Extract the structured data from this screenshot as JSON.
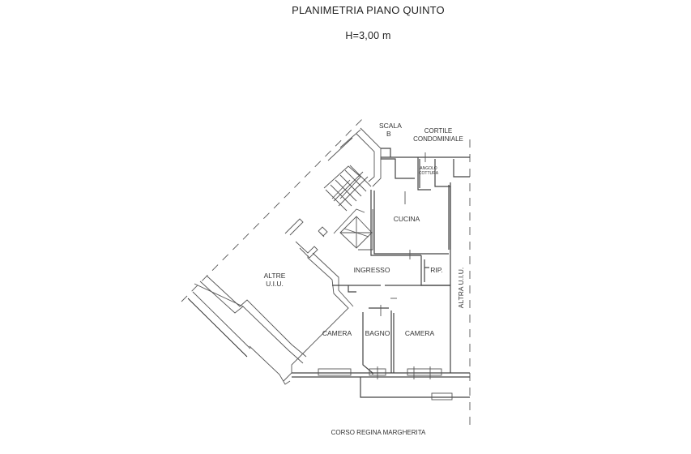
{
  "header": {
    "title": "PLANIMETRIA PIANO QUINTO",
    "height": "H=3,00 m"
  },
  "labels": {
    "scala_line1": "SCALA",
    "scala_line2": "B",
    "cortile_line1": "CORTILE",
    "cortile_line2": "CONDOMINIALE",
    "angolo_line1": "ANGOLO",
    "angolo_line2": "COTTURA",
    "cucina": "CUCINA",
    "ingresso": "INGRESSO",
    "rip": "RIP.",
    "altre_line1": "ALTRE",
    "altre_line2": "U.I.U.",
    "altra": "ALTRA U.I.U.",
    "camera_left": "CAMERA",
    "bagno": "BAGNO",
    "camera_right": "CAMERA",
    "street": "CORSO REGINA MARGHERITA"
  },
  "colors": {
    "wall": "#444444",
    "text": "#333333",
    "dashed": "#555555"
  }
}
